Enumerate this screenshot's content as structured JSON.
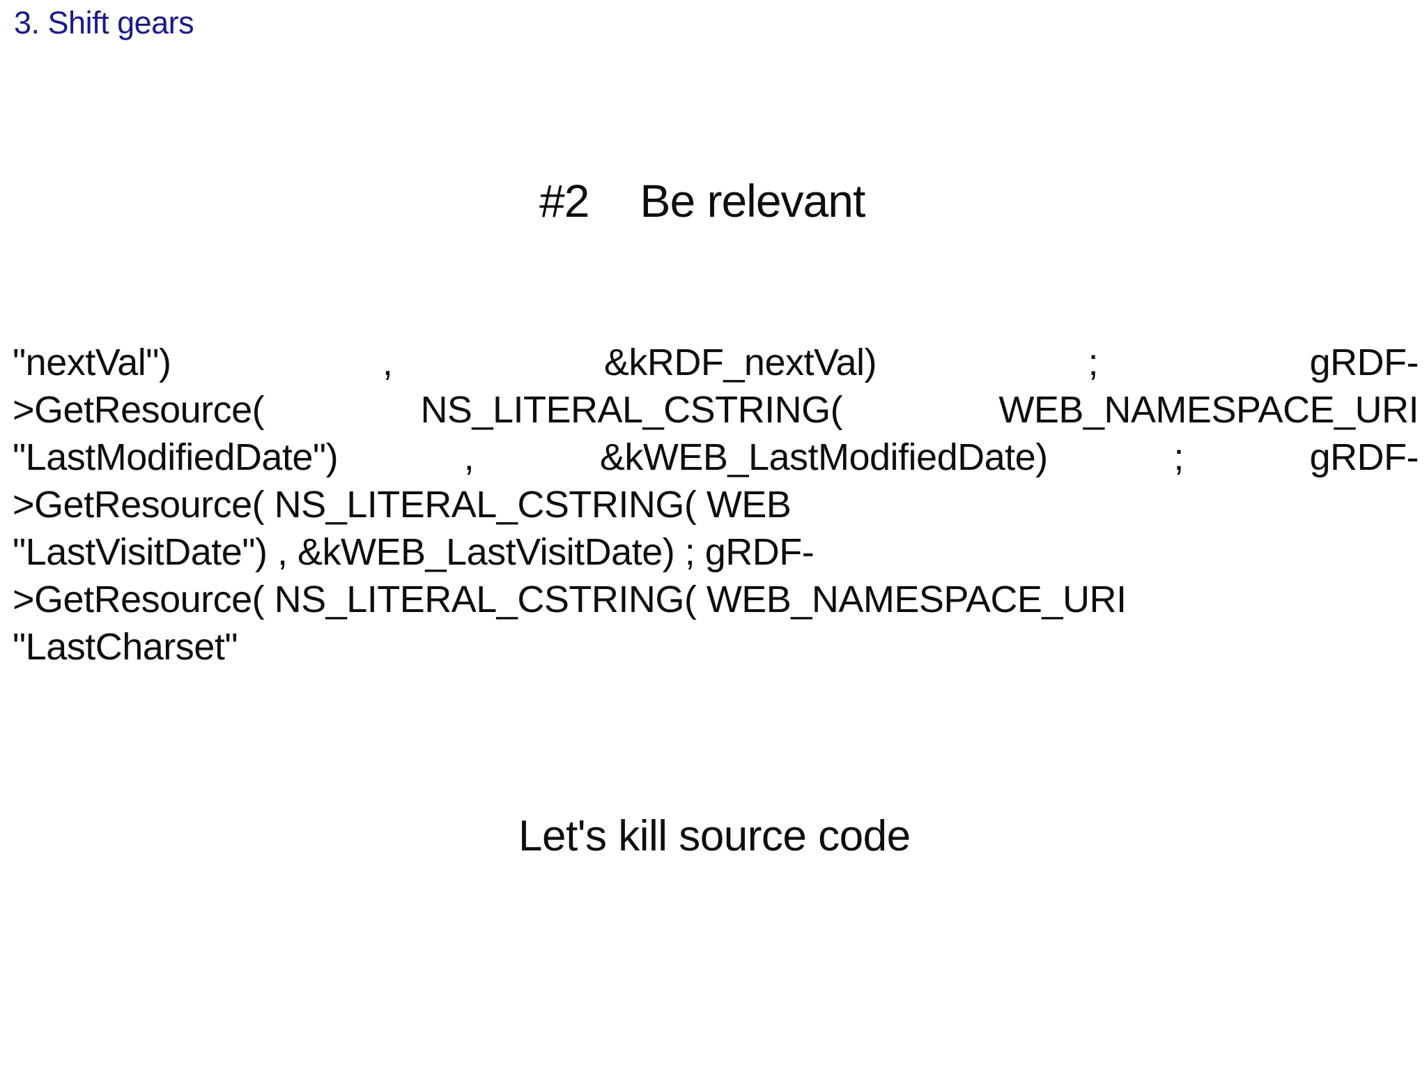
{
  "page": {
    "background_color": "#ffffff",
    "text_color": "#0d0d0d"
  },
  "section_link": {
    "label": "3. Shift gears",
    "color": "#1a1a8c"
  },
  "heading": {
    "number": "#2",
    "title": "Be relevant"
  },
  "code_block": {
    "lines": [
      {
        "justified": true,
        "tokens": [
          "\"nextVal\")",
          ",",
          "&kRDF_nextVal)",
          ";",
          "gRDF-"
        ]
      },
      {
        "justified": true,
        "tokens": [
          ">GetResource(",
          "NS_LITERAL_CSTRING(",
          "WEB_NAMESPACE_URI"
        ]
      },
      {
        "justified": true,
        "tokens": [
          "\"LastModifiedDate\")",
          ",",
          "&kWEB_LastModifiedDate)",
          ";",
          "gRDF-"
        ]
      },
      {
        "justified": false,
        "text": ">GetResource( NS_LITERAL_CSTRING( WEB"
      },
      {
        "justified": false,
        "text": "\"LastVisitDate\") , &kWEB_LastVisitDate) ; gRDF-"
      },
      {
        "justified": false,
        "text": ">GetResource( NS_LITERAL_CSTRING( WEB_NAMESPACE_URI"
      },
      {
        "justified": false,
        "text": "\"LastCharset\""
      }
    ]
  },
  "tagline": {
    "text": "Let's kill source code"
  }
}
